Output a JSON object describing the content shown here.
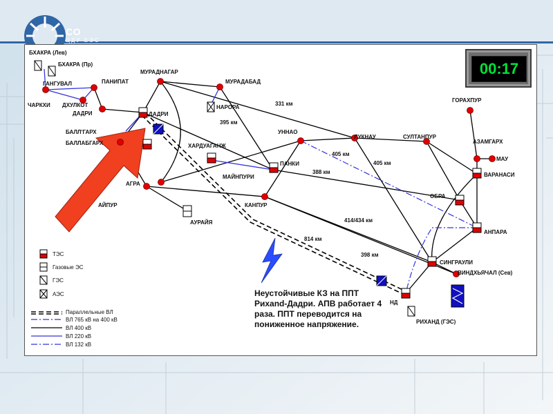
{
  "logo": {
    "main": "СО",
    "sub": "ЦДУ ЕЭС"
  },
  "timer": "00:17",
  "stations": [
    {
      "key": "bhakra_lev",
      "label": "БХАКРА (Лев)"
    },
    {
      "key": "bhakra_pr",
      "label": "БХАКРА (Пр)"
    },
    {
      "key": "ganguval",
      "label": "ГАНГУВАЛ"
    },
    {
      "key": "panipat",
      "label": "ПАНИПАТ"
    },
    {
      "key": "muradnagar",
      "label": "МУРАДНАГАР"
    },
    {
      "key": "muradabad",
      "label": "МУРАДАБАД"
    },
    {
      "key": "charkhi",
      "label": "ЧАРКХИ"
    },
    {
      "key": "dkhulkot",
      "label": "ДХУЛКОТ"
    },
    {
      "key": "dadri1",
      "label": "ДАДРИ"
    },
    {
      "key": "dadri2",
      "label": "ДАДРИ"
    },
    {
      "key": "narora",
      "label": "НАРОРА"
    },
    {
      "key": "ballgarh",
      "label": "БАЛЛ'ГАРХ"
    },
    {
      "key": "ballabgarh",
      "label": "БАЛЛАБГАРХ"
    },
    {
      "key": "hardauganj",
      "label": "ХАРДУАГАНЖ"
    },
    {
      "key": "unnao",
      "label": "УННАО"
    },
    {
      "key": "luknau",
      "label": "ЛУКНАУ"
    },
    {
      "key": "sultanpur",
      "label": "СУЛТАНПУР"
    },
    {
      "key": "gorakhpur",
      "label": "ГОРАХПУР"
    },
    {
      "key": "azamgarkh",
      "label": "АЗАМГАРХ"
    },
    {
      "key": "mau",
      "label": "МАУ"
    },
    {
      "key": "varanasi",
      "label": "ВАРАНАСИ"
    },
    {
      "key": "panki",
      "label": "ПАНКИ"
    },
    {
      "key": "mainpuri",
      "label": "МАЙНПУРИ"
    },
    {
      "key": "agra",
      "label": "АГРА"
    },
    {
      "key": "jaipur",
      "label": "АЙПУР"
    },
    {
      "key": "aurayya",
      "label": "АУРАЙЯ"
    },
    {
      "key": "kanpur",
      "label": "КАНПУР"
    },
    {
      "key": "obra",
      "label": "ОБРА"
    },
    {
      "key": "anpara",
      "label": "АНПАРА"
    },
    {
      "key": "singrauli",
      "label": "СИНГРАУЛИ"
    },
    {
      "key": "vindh",
      "label": "ВИНДХЬЯЧАЛ (Сев)"
    },
    {
      "key": "rihand",
      "label": "РИХАНД (ГЭС)"
    },
    {
      "key": "nd",
      "label": "НД"
    }
  ],
  "distances": [
    "331 км",
    "395 км",
    "405 км",
    "405 км",
    "388 км",
    "414/434 км",
    "814 км",
    "398 км"
  ],
  "legend_stations": [
    {
      "label": "ТЭС",
      "icon": "thermal-plant-icon"
    },
    {
      "label": "Газовые ЭС",
      "icon": "gas-plant-icon"
    },
    {
      "label": "ГЭС",
      "icon": "hydro-plant-icon"
    },
    {
      "label": "АЭС",
      "icon": "nuclear-plant-icon"
    }
  ],
  "legend_lines": [
    {
      "label": "Параллельные ВЛ"
    },
    {
      "label": "ВЛ 765 кВ на 400 кВ"
    },
    {
      "label": "ВЛ 400 кВ"
    },
    {
      "label": "ВЛ 220 кВ"
    },
    {
      "label": "ВЛ 132 кВ"
    }
  ],
  "colors": {
    "node": "#e00000",
    "line400": "#000000",
    "line220": "#3333dd",
    "arrow": "#f04020",
    "lightning": "#2a4dff",
    "converter": "#1010c0",
    "timer": "#00e23a"
  },
  "note": "Неустойчивые КЗ на ППТ Рихand-Дадри. АПВ работает 4 раза. ППТ переводится на пониженное напряжение."
}
